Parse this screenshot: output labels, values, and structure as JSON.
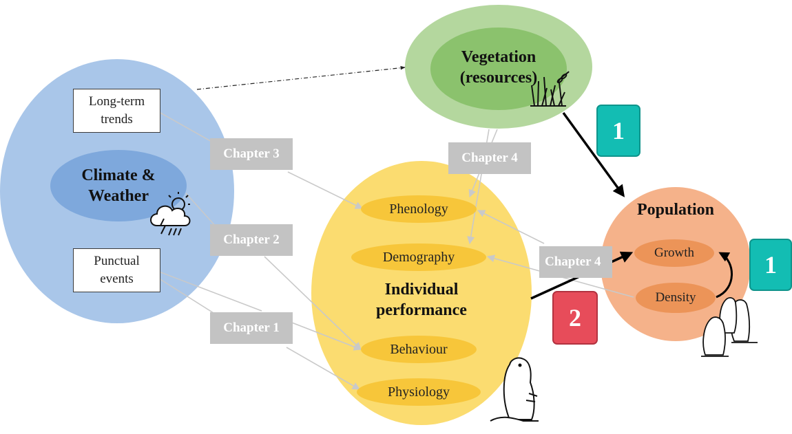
{
  "colors": {
    "climate": "#a9c6e9",
    "climate_inner": "#7ea8dc",
    "vegetation": "#b4d79e",
    "vegetation_inner": "#8bc26d",
    "individual": "#fbdc70",
    "individual_inner": "#f7c63a",
    "population": "#f5b28a",
    "population_inner": "#ec9458",
    "chapter_box": "#c3c3c3",
    "badge_teal": "#13bdb3",
    "badge_red": "#e74c5a"
  },
  "climate": {
    "title_line1": "Climate &",
    "title_line2": "Weather",
    "long_term_line1": "Long-term",
    "long_term_line2": "trends",
    "punctual_line1": "Punctual",
    "punctual_line2": "events",
    "icon": "storm-cloud-icon"
  },
  "vegetation": {
    "title_line1": "Vegetation",
    "title_line2": "(resources)",
    "icon": "grass-icon"
  },
  "individual": {
    "title_line1": "Individual",
    "title_line2": "performance",
    "traits": [
      "Phenology",
      "Demography",
      "Behaviour",
      "Physiology"
    ],
    "icon": "marmot-icon"
  },
  "population": {
    "title": "Population",
    "growth": "Growth",
    "density": "Density",
    "icon": "marmot-group-icon"
  },
  "chapters": {
    "c1": "Chapter 1",
    "c2": "Chapter 2",
    "c3": "Chapter 3",
    "c4a": "Chapter 4",
    "c4b": "Chapter 4"
  },
  "badges": {
    "teal_top": "1",
    "teal_right": "1",
    "red": "2"
  }
}
